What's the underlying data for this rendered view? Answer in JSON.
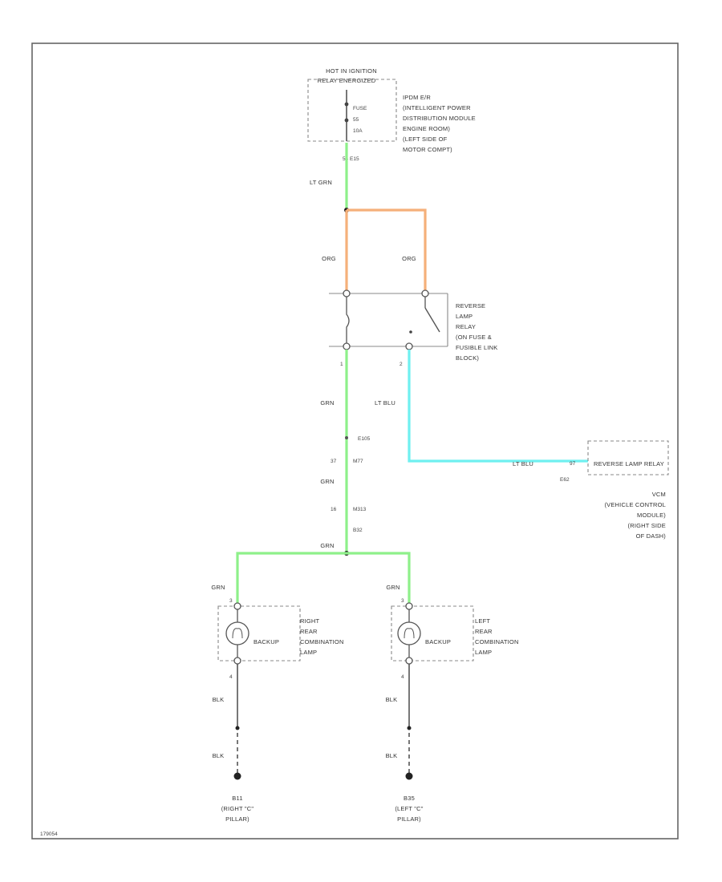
{
  "source_label": [
    "HOT IN IGNITION",
    "RELAY ENERGIZED"
  ],
  "ipdm_label": [
    "IPDM E/R",
    "(INTELLIGENT POWER",
    "DISTRIBUTION MODULE",
    "ENGINE ROOM)",
    "(LEFT SIDE OF",
    "MOTOR COMPT)"
  ],
  "fuse_label": [
    "FUSE",
    "55",
    "10A"
  ],
  "ipdm_connector": "54  E15",
  "relay_label": [
    "REVERSE",
    "LAMP",
    "RELAY",
    "(ON FUSE &",
    "FUSIBLE LINK",
    "BLOCK)"
  ],
  "vcm_label": [
    "VCM",
    "(VEHICLE CONTROL",
    "MODULE)",
    "(RIGHT SIDE",
    "OF DASH)"
  ],
  "vcm_pin_label": "REVERSE LAMP RELAY",
  "vcm_pin": "E62",
  "vcm_pin_num": "97",
  "right_lamp_label": [
    "RIGHT",
    "REAR",
    "COMBINATION",
    "LAMP"
  ],
  "left_lamp_label": [
    "LEFT",
    "REAR",
    "COMBINATION",
    "LAMP"
  ],
  "backup_label": "BACKUP",
  "right_ground": [
    "B11",
    "(RIGHT \"C\"",
    "PILLAR)"
  ],
  "left_ground": [
    "B35",
    "(LEFT \"C\"",
    "PILLAR)"
  ],
  "wires": {
    "lt_grn": "LT GRN",
    "org_left": "ORG",
    "org_right": "ORG",
    "grn_1": "GRN",
    "grn_2": "GRN",
    "grn_3": "GRN",
    "grn_right": "GRN",
    "grn_left": "GRN",
    "lt_blu_1": "LT BLU",
    "lt_blu_2": "LT BLU",
    "blk_1": "BLK",
    "blk_2": "BLK",
    "blk_3": "BLK",
    "blk_4": "BLK"
  },
  "relay_pins": {
    "pin_left": "1",
    "pin_right": "2"
  },
  "connectors": {
    "c1": "E105",
    "c1_pin": "37",
    "c1_pin2": "M77",
    "c2": "M313",
    "c2_pin": "16",
    "c3": "B32"
  },
  "lamp_pins": {
    "right_top": "3",
    "right_bottom": "4",
    "left_top": "3",
    "left_bottom": "4"
  },
  "diagram_id": "179054",
  "colors": {
    "lt_grn": "#8ef08a",
    "org": "#f5b07a",
    "lt_blu": "#6ff0f0",
    "frame": "#666666"
  }
}
